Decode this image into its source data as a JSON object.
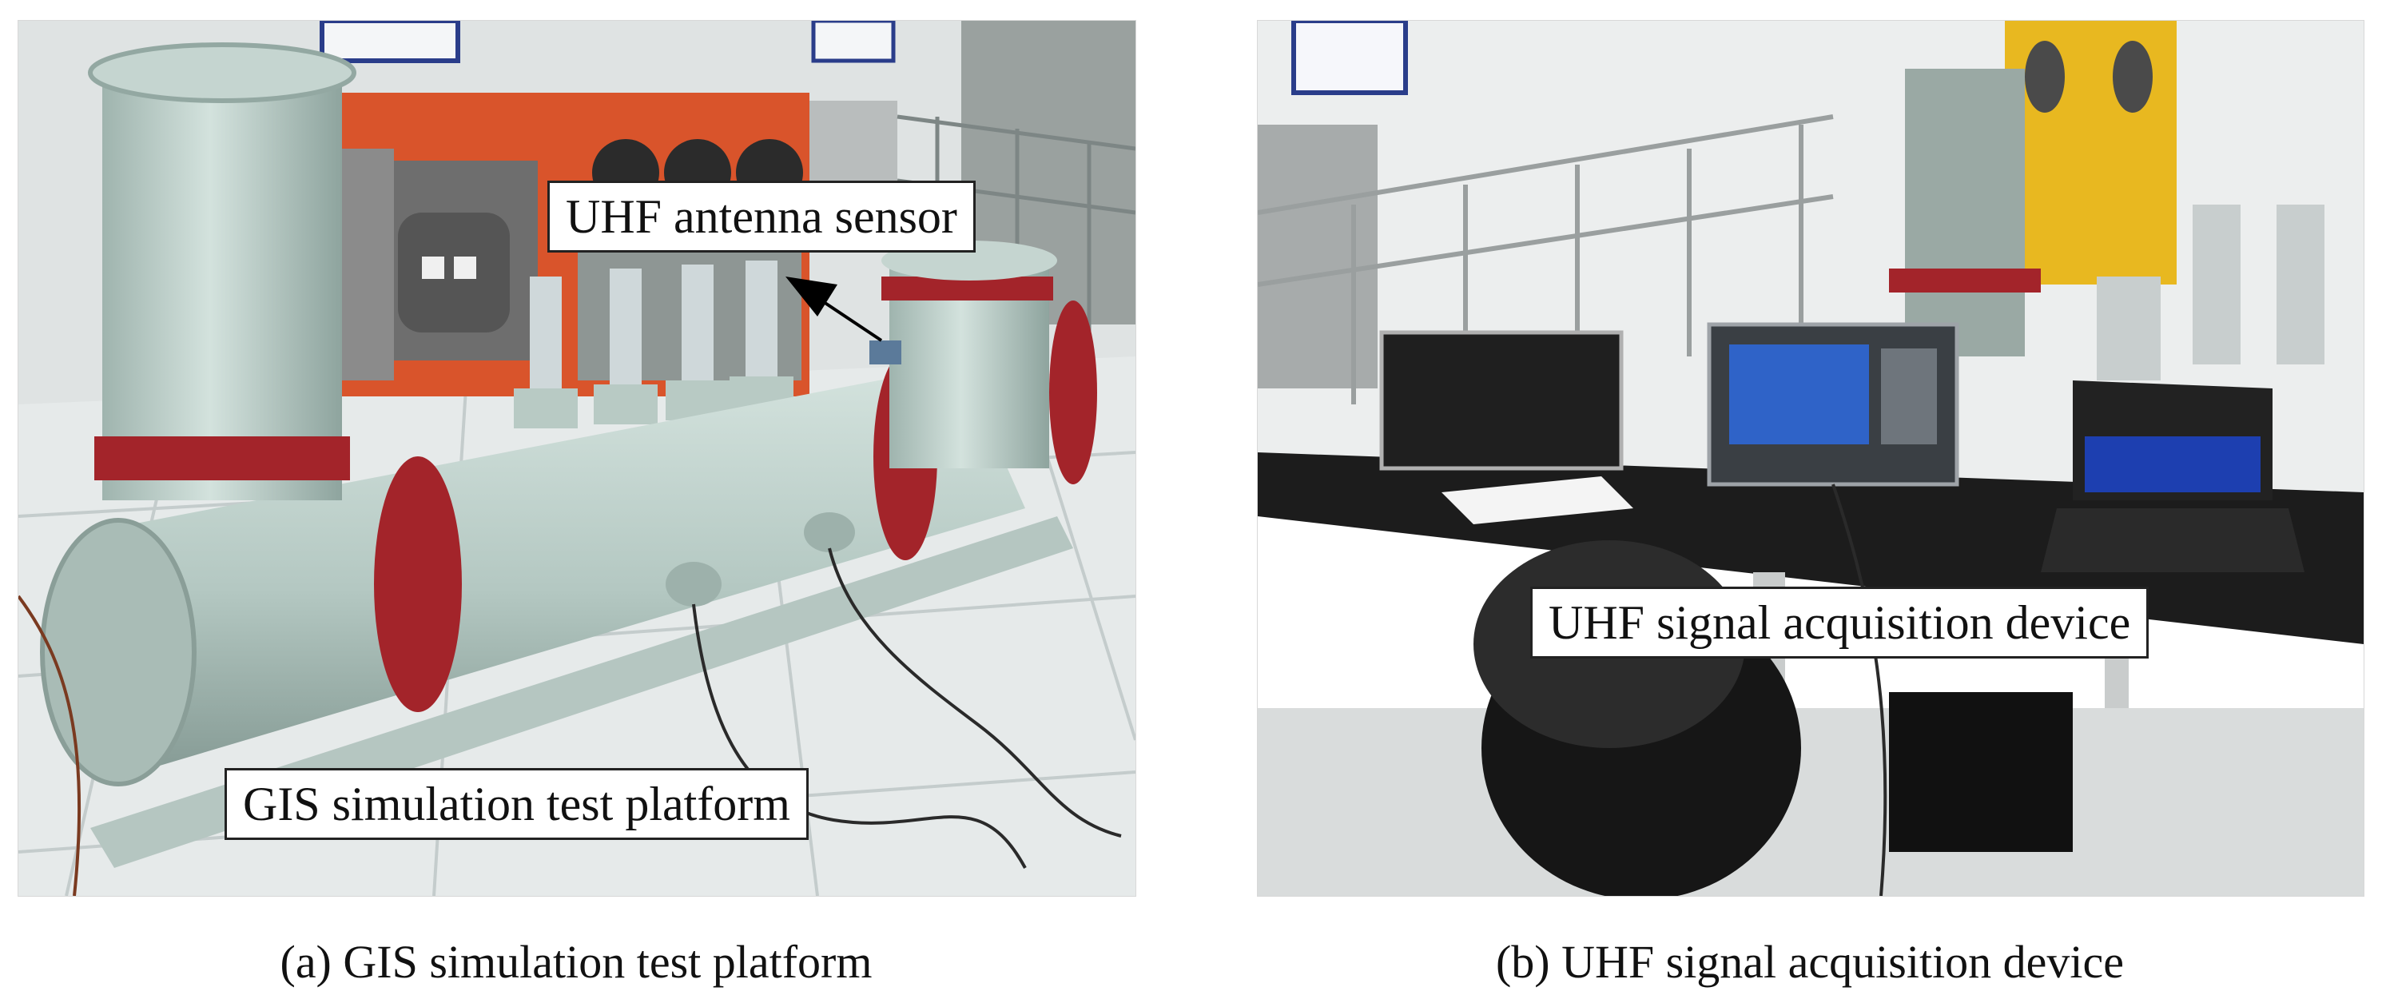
{
  "panel_a": {
    "callout_antenna": "UHF antenna sensor",
    "callout_platform": "GIS simulation test platform",
    "caption": "(a) GIS simulation test platform"
  },
  "panel_b": {
    "callout_device": "UHF signal acquisition device",
    "caption": "(b) UHF signal acquisition device"
  },
  "colors": {
    "gis_body": "#b9ccc6",
    "gis_shadow": "#8fa59f",
    "flange_red": "#a3242a",
    "cabinet_orange": "#d9542b",
    "floor": "#e6eaea",
    "screen_blue": "#2f63c8",
    "cabinet_yellow": "#e8b820",
    "bench": "#1c1c1c"
  }
}
